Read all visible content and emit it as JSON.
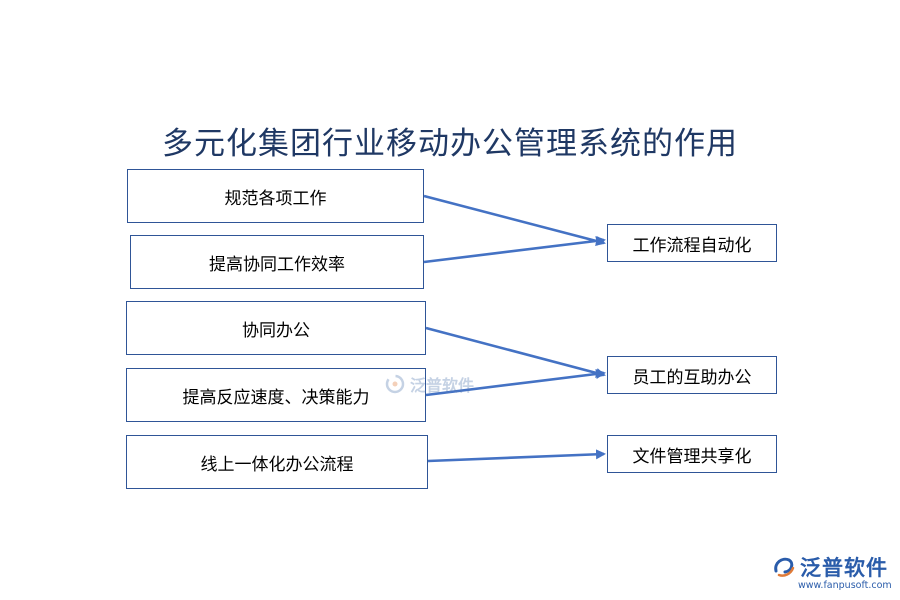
{
  "title": "多元化集团行业移动办公管理系统的作用",
  "left_items": [
    "规范各项工作",
    "提高协同工作效率",
    "协同办公",
    "提高反应速度、决策能力",
    "线上一体化办公流程"
  ],
  "right_items": [
    "工作流程自动化",
    "员工的互助办公",
    "文件管理共享化"
  ],
  "colors": {
    "border": "#2f5597",
    "arrow": "#4472c4",
    "title": "#1f3864",
    "logo": "#2a5caa"
  },
  "watermark": {
    "text": "泛普软件"
  },
  "logo": {
    "text": "泛普软件",
    "url": "www.fanpusoft.com"
  }
}
